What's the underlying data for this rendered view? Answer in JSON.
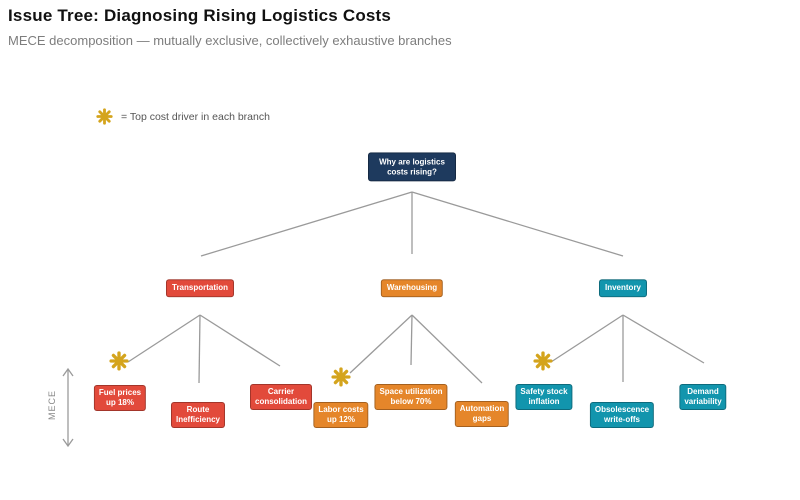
{
  "header": {
    "title": "Issue Tree: Diagnosing Rising Logistics Costs",
    "subtitle": "MECE decomposition — mutually exclusive, collectively exhaustive branches"
  },
  "legend": {
    "star_icon": "asterisk-star-icon",
    "label": "= Top cost driver in each branch"
  },
  "axis": {
    "label": "MECE"
  },
  "colors": {
    "root": "#1e3a5e",
    "transportation": "#e24a3b",
    "warehousing": "#e5862a",
    "inventory": "#1295ad",
    "star": "#d4a41d",
    "line": "#9a9a9a"
  },
  "tree": {
    "root": {
      "label": "Why are logistics\ncosts rising?"
    },
    "branches": [
      {
        "label": "Transportation",
        "children": [
          {
            "label": "Fuel prices\nup 18%",
            "top_driver": true
          },
          {
            "label": "Route\nInefficiency",
            "top_driver": false
          },
          {
            "label": "Carrier\nconsolidation",
            "top_driver": false
          }
        ]
      },
      {
        "label": "Warehousing",
        "children": [
          {
            "label": "Labor costs\nup 12%",
            "top_driver": true
          },
          {
            "label": "Space utilization\nbelow 70%",
            "top_driver": false
          },
          {
            "label": "Automation\ngaps",
            "top_driver": false
          }
        ]
      },
      {
        "label": "Inventory",
        "children": [
          {
            "label": "Safety stock\ninflation",
            "top_driver": true
          },
          {
            "label": "Obsolescence\nwrite-offs",
            "top_driver": false
          },
          {
            "label": "Demand\nvariability",
            "top_driver": false
          }
        ]
      }
    ]
  }
}
